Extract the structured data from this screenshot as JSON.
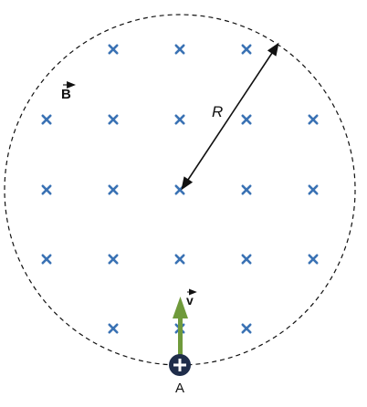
{
  "field": {
    "label": "B",
    "direction": "into-page",
    "marker_color": "#3a72b4",
    "marker_rows": [
      {
        "count": 3
      },
      {
        "count": 5
      },
      {
        "count": 5
      },
      {
        "count": 5
      },
      {
        "count": 3
      }
    ]
  },
  "region": {
    "shape": "circle",
    "outline": "dashed",
    "radius_label": "R"
  },
  "particle": {
    "sign": "+",
    "label": "A",
    "color": "#1f2d4a"
  },
  "velocity": {
    "label": "v",
    "direction": "up",
    "color": "#6f9a3b"
  },
  "colors": {
    "line": "#111111"
  }
}
